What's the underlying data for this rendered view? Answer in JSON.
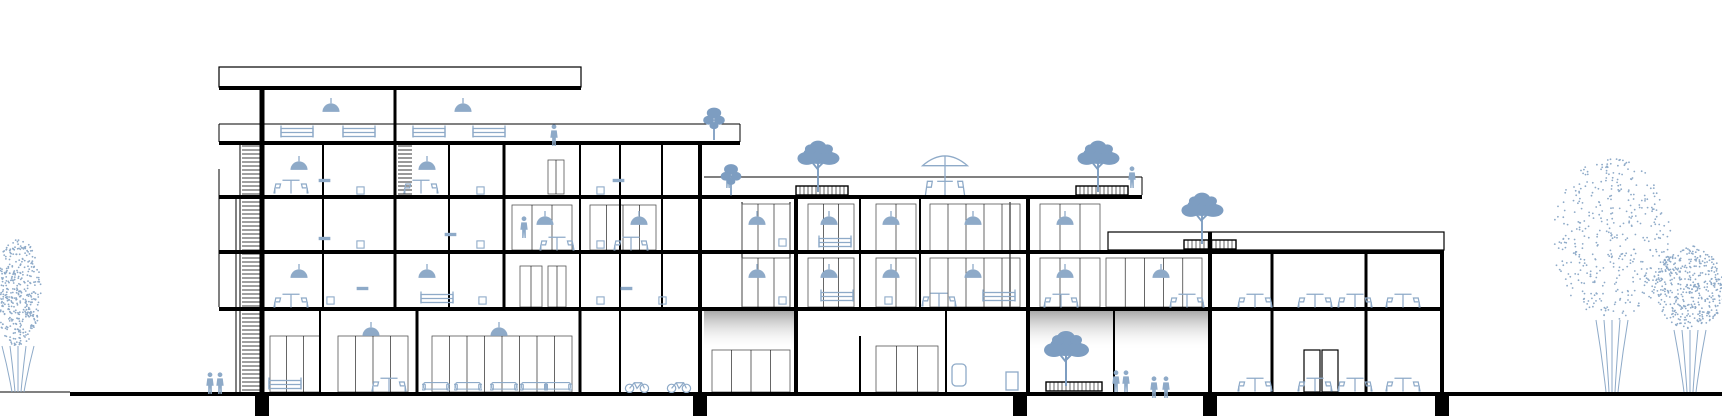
{
  "drawing": {
    "type": "architectural-section",
    "colors": {
      "structure": "#000000",
      "furniture": "#8eaac8",
      "vegetation": "#7d9dc1",
      "ground_shade": "#b0b0b0",
      "background": "#ffffff"
    },
    "blocks": [
      {
        "name": "west-block",
        "levels": 5
      },
      {
        "name": "middle-block",
        "levels": 3
      },
      {
        "name": "east-block",
        "levels": 2
      }
    ],
    "icons": [
      "pendant-lamp-icon",
      "table-chairs-icon",
      "bed-icon",
      "sofa-icon",
      "tree-icon",
      "person-icon",
      "umbrella-icon",
      "bicycle-icon",
      "stair-icon"
    ]
  }
}
